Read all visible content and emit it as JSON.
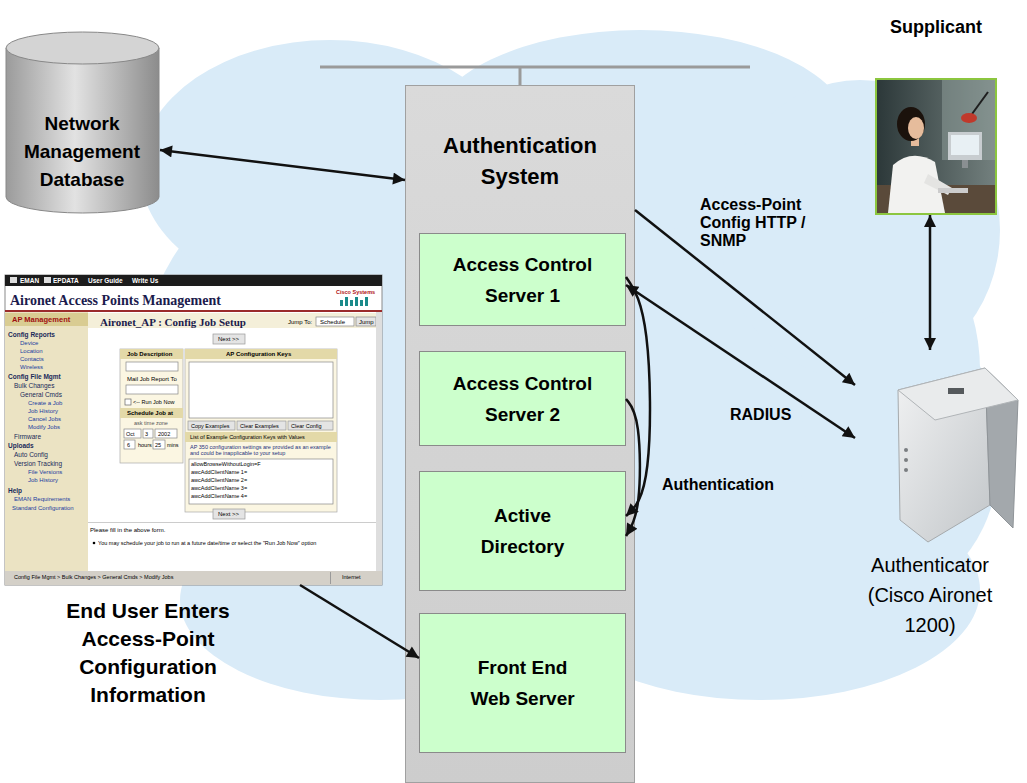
{
  "diagram": {
    "nodes": [
      {
        "text": [
          "Supplicant"
        ]
      },
      {
        "text": [
          "Network Management Database"
        ]
      },
      {
        "text": [
          "Authentication System"
        ]
      },
      {
        "text": [
          "Access Control Server 1"
        ],
        "in": 2
      },
      {
        "text": [
          "Access Control Server 2"
        ],
        "in": 2
      },
      {
        "text": [
          "Active Directory"
        ],
        "in": 2
      },
      {
        "text": [
          "Front End Web Server"
        ],
        "in": 2
      },
      {
        "text": [
          "End User Enters Access-Point Configuration Information"
        ]
      },
      {
        "text": [
          "Authenticator (Cisco Aironet 1200)"
        ]
      }
    ],
    "edges": [
      {
        "from": 1,
        "to": 2,
        "arrow": "both"
      },
      {
        "from": 0,
        "to": 8,
        "arrow": "both"
      },
      {
        "from": 2,
        "to": 8,
        "arrow": "to",
        "label": "Access-Point Config HTTP / SNMP"
      },
      {
        "from": 3,
        "to": 8,
        "arrow": "both",
        "label": "RADIUS"
      },
      {
        "from": 3,
        "to": 5,
        "arrow": "to",
        "label": "Authentication"
      },
      {
        "from": 4,
        "to": 5,
        "arrow": "to"
      },
      {
        "from": 7,
        "to": 6,
        "arrow": "to"
      }
    ],
    "labels": [
      "EMAN",
      "EPDATA",
      "User Guide",
      "Write Us",
      "Aironet Access Points Management",
      "Cisco Systems",
      "AP Management",
      "Config Reports",
      "Device",
      "Location",
      "Contacts",
      "Wireless",
      "Config File Mgmt",
      "Bulk Changes",
      "General Cmds",
      "Create a Job",
      "Job History",
      "Cancel Jobs",
      "Modify Jobs",
      "Firmware",
      "Uploads",
      "Auto Config",
      "Version Tracking",
      "File Versions",
      "Job History",
      "Help",
      "EMAN Requirements",
      "Standard Configuration",
      "Aironet_AP : Config Job Setup",
      "Jump To:",
      "Schedule",
      "Jump",
      "Next >>",
      "Job Description",
      "AP Configuration Keys",
      "Mail Job Report To",
      "<-- Run Job Now",
      "Schedule Job at",
      "ask time zone",
      "Oct",
      "3",
      "2002",
      "6",
      "hours",
      "25",
      "mins",
      "Copy Examples",
      "Clear Examples",
      "Clear Config",
      "List of Example Configuration Keys with Values",
      "AP 350 configuration settings are provided as an example and could be inapplicable to your setup",
      "allowBrowseWithoutLogin=F",
      "awcAddClientName 1=",
      "awcAddClientName 2=",
      "awcAddClientName 3=",
      "awcAddClientName 4=",
      "Next >>",
      "Please fill in the above form.",
      "You may schedule your job to run at a future date/time or select the \"Run Job Now\" option",
      "Config File Mgmt > Bulk Changes > General Cmds > Modify Jobs",
      "Internet"
    ]
  }
}
